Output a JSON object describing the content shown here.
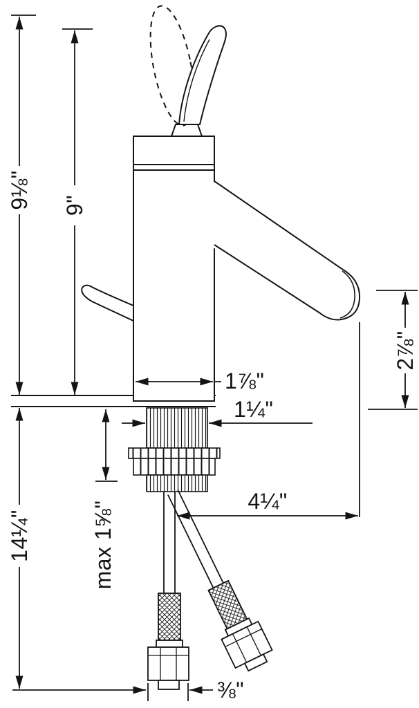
{
  "dimensions": {
    "overall_height_dashed": "9⅛\"",
    "overall_height": "9\"",
    "outlet_height": "2⅞\"",
    "body_width": "1⅞\"",
    "shank_width": "1¼\"",
    "max_counter_thickness": "max 1⅝\"",
    "overall_length_below": "14¼\"",
    "spout_reach": "4¼\"",
    "supply_connection": "⅜\""
  },
  "style": {
    "line_color": "#141414",
    "background": "#ffffff"
  }
}
